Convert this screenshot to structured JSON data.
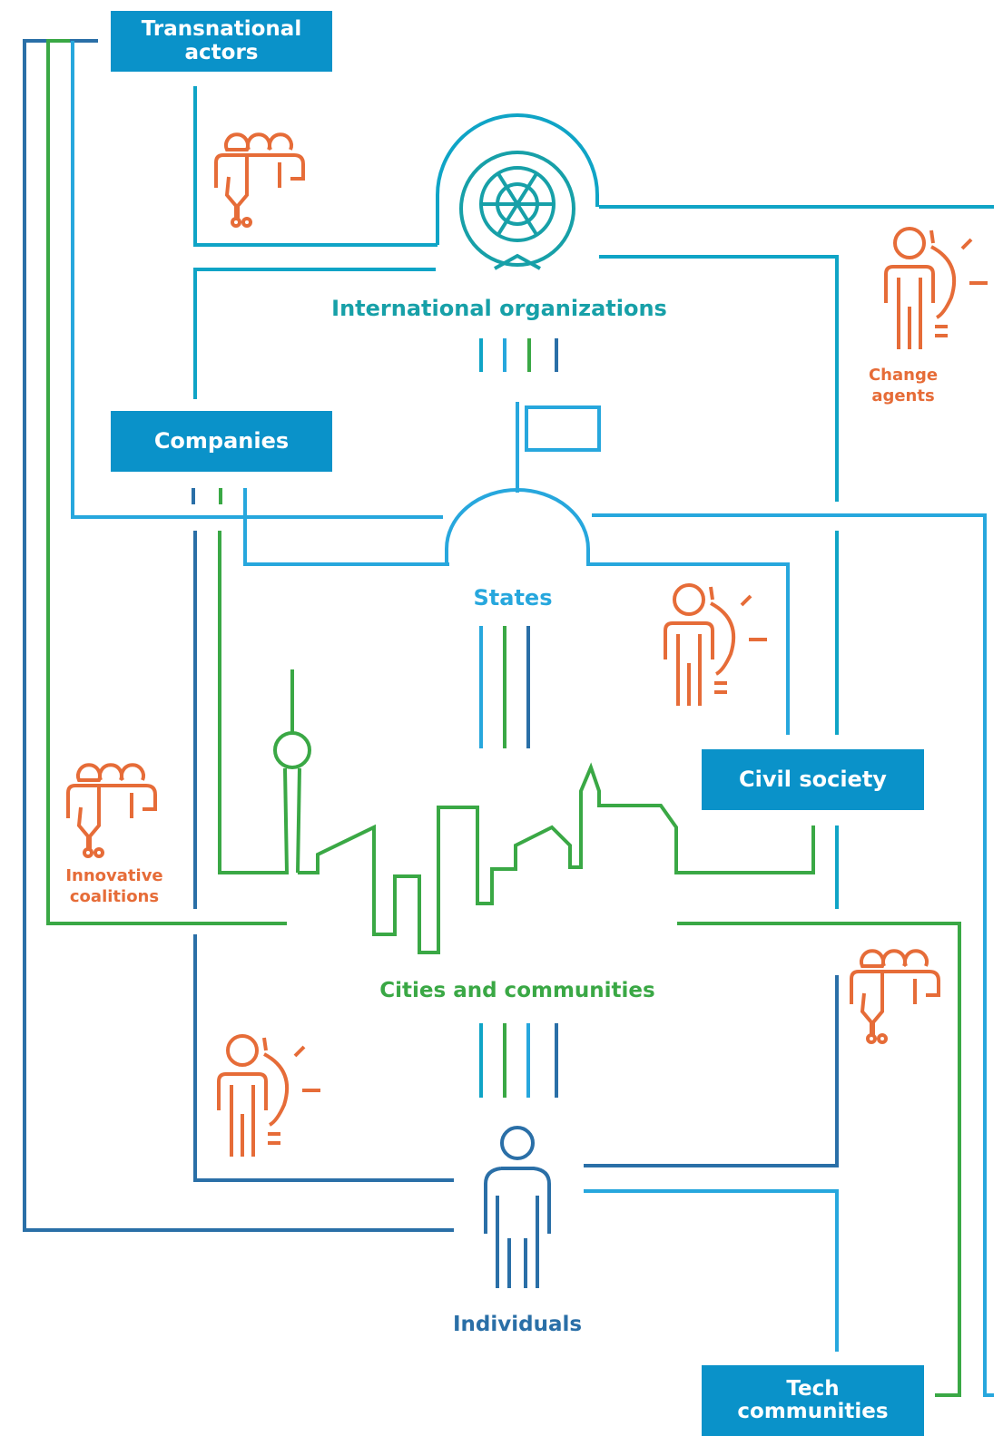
{
  "colors": {
    "cyan": "#0fa4c6",
    "sky": "#27a7dd",
    "green": "#3aa845",
    "blue": "#2a6fa7",
    "teal": "#17a0a8",
    "orange": "#e66c38",
    "box_fill": "#0a92c9",
    "box_text": "#ffffff"
  },
  "boxes": {
    "transnational": "Transnational\nactors",
    "companies": "Companies",
    "civil_society": "Civil society",
    "tech": "Tech\ncommunities"
  },
  "labels": {
    "international": "International organizations",
    "states": "States",
    "cities": "Cities and communities",
    "individuals": "Individuals",
    "change_agents": "Change\nagents",
    "innovative_coalitions": "Innovative\ncoalitions"
  },
  "icons": [
    "group-icon",
    "change-agent-icon",
    "globe-emblem-icon",
    "parliament-dome-icon",
    "city-skyline-icon",
    "tv-tower-icon",
    "person-icon"
  ]
}
